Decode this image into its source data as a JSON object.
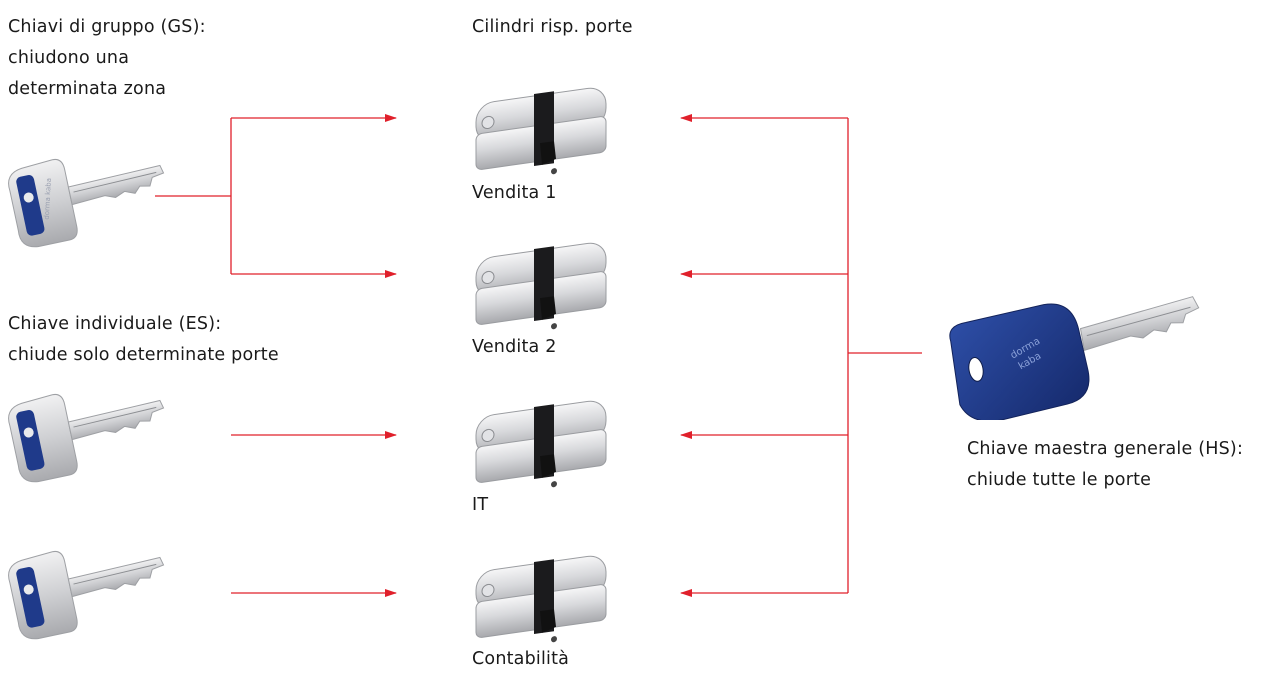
{
  "group_keys": {
    "title_lines": [
      "Chiavi di gruppo (GS):",
      "chiudono una",
      "determinata zona"
    ],
    "icon": "group-key-icon"
  },
  "individual_keys": {
    "title_lines": [
      "Chiave individuale (ES):",
      "chiude solo determinate porte"
    ],
    "icon": "individual-key-icon"
  },
  "cylinders": {
    "title": "Cilindri risp. porte",
    "items": [
      {
        "label": "Vendita 1"
      },
      {
        "label": "Vendita 2"
      },
      {
        "label": "IT"
      },
      {
        "label": "Contabilità"
      }
    ]
  },
  "master_key": {
    "title_lines": [
      "Chiave maestra generale (HS):",
      "chiude tutte le porte"
    ],
    "icon": "master-key-icon"
  },
  "key_brand": [
    "dorma",
    "kaba"
  ],
  "colors": {
    "arrow": "#e0202b",
    "key_blue": "#1f3a8a",
    "metal": "#cfcfd1"
  }
}
